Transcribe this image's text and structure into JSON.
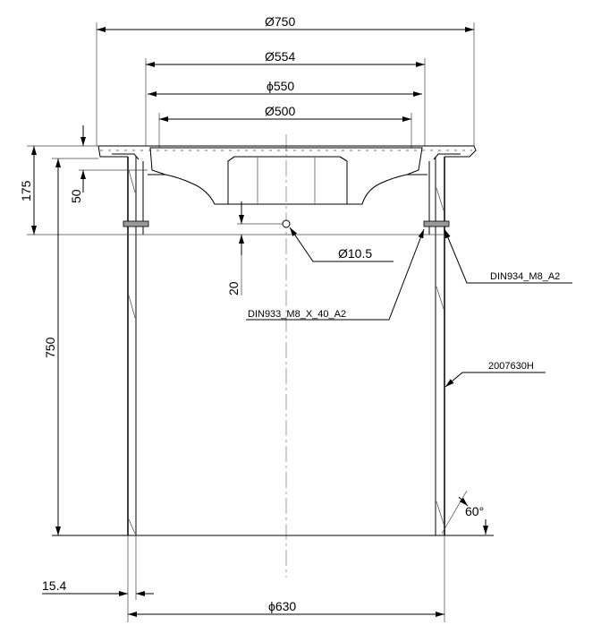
{
  "dimensions": {
    "d750": "Ø750",
    "d554": "Ø554",
    "d550": "ϕ550",
    "d500": "Ø500",
    "h175": "175",
    "h50": "50",
    "h750": "750",
    "hole": "Ø10.5",
    "h20": "20",
    "wall": "15.4",
    "d630": "ϕ630",
    "angle": "60°"
  },
  "callouts": {
    "bolt": "DIN933_M8_X_40_A2",
    "nut": "DIN934_M8_A2",
    "pipe": "2007630H"
  }
}
